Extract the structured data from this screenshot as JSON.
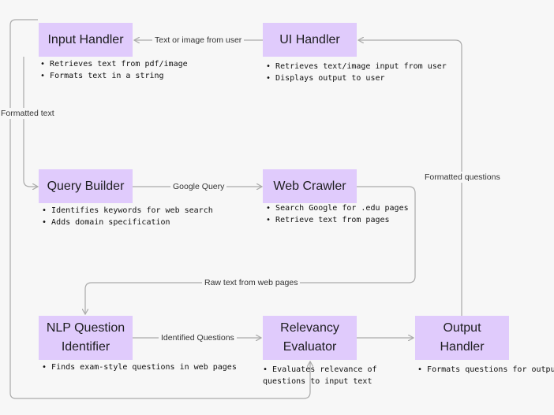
{
  "nodes": {
    "input_handler": {
      "label": "Input Handler",
      "bullets": [
        "Retrieves text from pdf/image",
        "Formats text in a string"
      ]
    },
    "ui_handler": {
      "label": "UI Handler",
      "bullets": [
        "Retrieves text/image input from user",
        "Displays output to user"
      ]
    },
    "query_builder": {
      "label": "Query Builder",
      "bullets": [
        "Identifies keywords for web search",
        "Adds domain specification"
      ]
    },
    "web_crawler": {
      "label": "Web Crawler",
      "bullets": [
        "Search Google for .edu pages",
        "Retrieve text from pages"
      ]
    },
    "nlp_question_identifier": {
      "label_line1": "NLP Question",
      "label_line2": "Identifier",
      "bullets": [
        "Finds exam-style questions in web pages"
      ]
    },
    "relevancy_evaluator": {
      "label_line1": "Relevancy",
      "label_line2": "Evaluator",
      "bullets_line1": "Evaluates relevance of",
      "bullets_line2": "questions to input text"
    },
    "output_handler": {
      "label_line1": "Output",
      "label_line2": "Handler",
      "bullets": [
        "Formats questions for output"
      ]
    }
  },
  "edges": {
    "text_or_image": "Text or image from user",
    "formatted_text": "Formatted text",
    "google_query": "Google Query",
    "raw_text": "Raw text from web pages",
    "identified_questions": "Identified Questions",
    "formatted_questions": "Formatted questions"
  },
  "colors": {
    "node_fill": "#e0cbfc",
    "wire": "#aaaaaa",
    "background": "#f7f7f7"
  }
}
